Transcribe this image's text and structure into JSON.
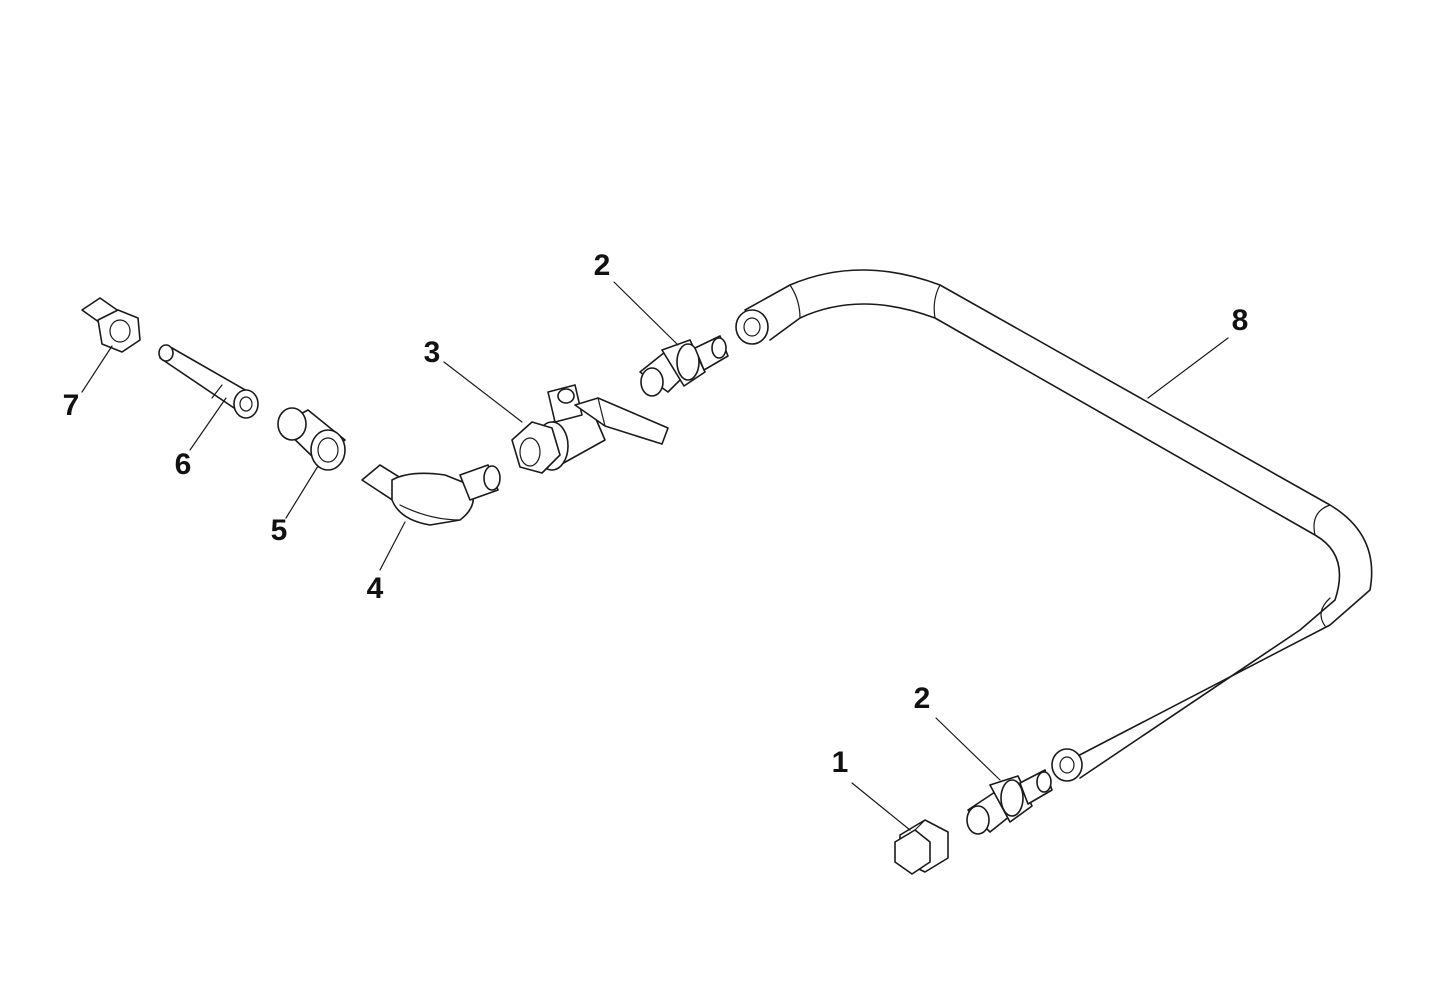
{
  "diagram": {
    "callouts": {
      "c1": "1",
      "c2a": "2",
      "c2b": "2",
      "c3": "3",
      "c4": "4",
      "c5": "5",
      "c6": "6",
      "c7": "7",
      "c8": "8"
    }
  }
}
